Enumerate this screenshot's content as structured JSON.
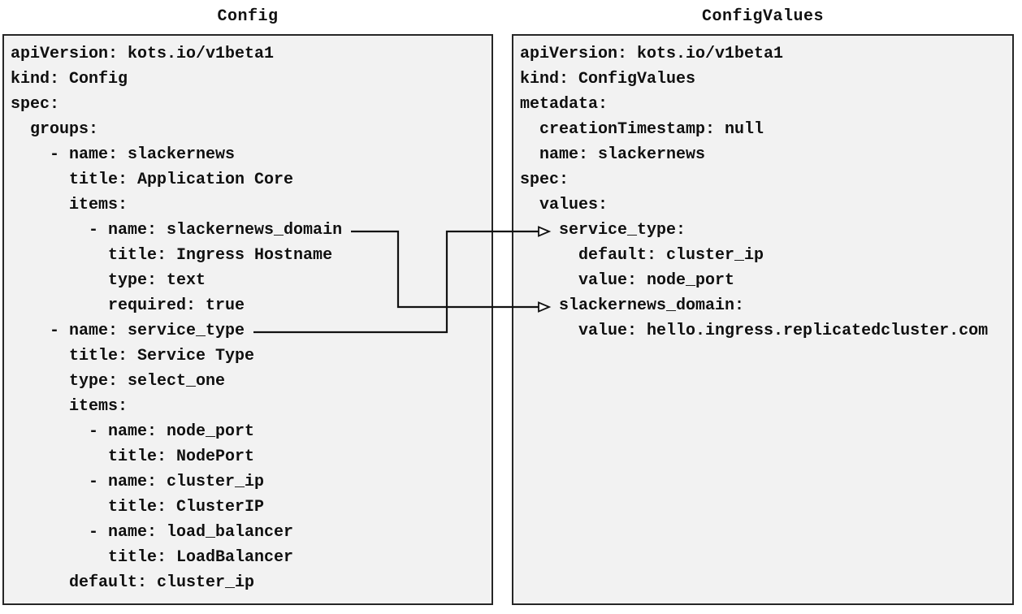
{
  "panels": {
    "config": {
      "title": "Config",
      "lines": [
        "apiVersion: kots.io/v1beta1",
        "kind: Config",
        "spec:",
        "  groups:",
        "    - name: slackernews",
        "      title: Application Core",
        "      items:",
        "        - name: slackernews_domain",
        "          title: Ingress Hostname",
        "          type: text",
        "          required: true",
        "    - name: service_type",
        "      title: Service Type",
        "      type: select_one",
        "      items:",
        "        - name: node_port",
        "          title: NodePort",
        "        - name: cluster_ip",
        "          title: ClusterIP",
        "        - name: load_balancer",
        "          title: LoadBalancer",
        "      default: cluster_ip"
      ]
    },
    "config_values": {
      "title": "ConfigValues",
      "lines": [
        "apiVersion: kots.io/v1beta1",
        "kind: ConfigValues",
        "metadata:",
        "  creationTimestamp: null",
        "  name: slackernews",
        "spec:",
        "  values:",
        "    service_type:",
        "      default: cluster_ip",
        "      value: node_port",
        "    slackernews_domain:",
        "      value: hello.ingress.replicatedcluster.com"
      ]
    }
  },
  "connections": [
    {
      "from": "slackernews_domain",
      "to": "slackernews_domain:"
    },
    {
      "from": "service_type",
      "to": "service_type:"
    }
  ],
  "colors": {
    "panel_fill": "#f2f2f2",
    "panel_border": "#262626",
    "text": "#101010",
    "connector": "#121212",
    "arrowhead_fill": "#ffffff"
  }
}
